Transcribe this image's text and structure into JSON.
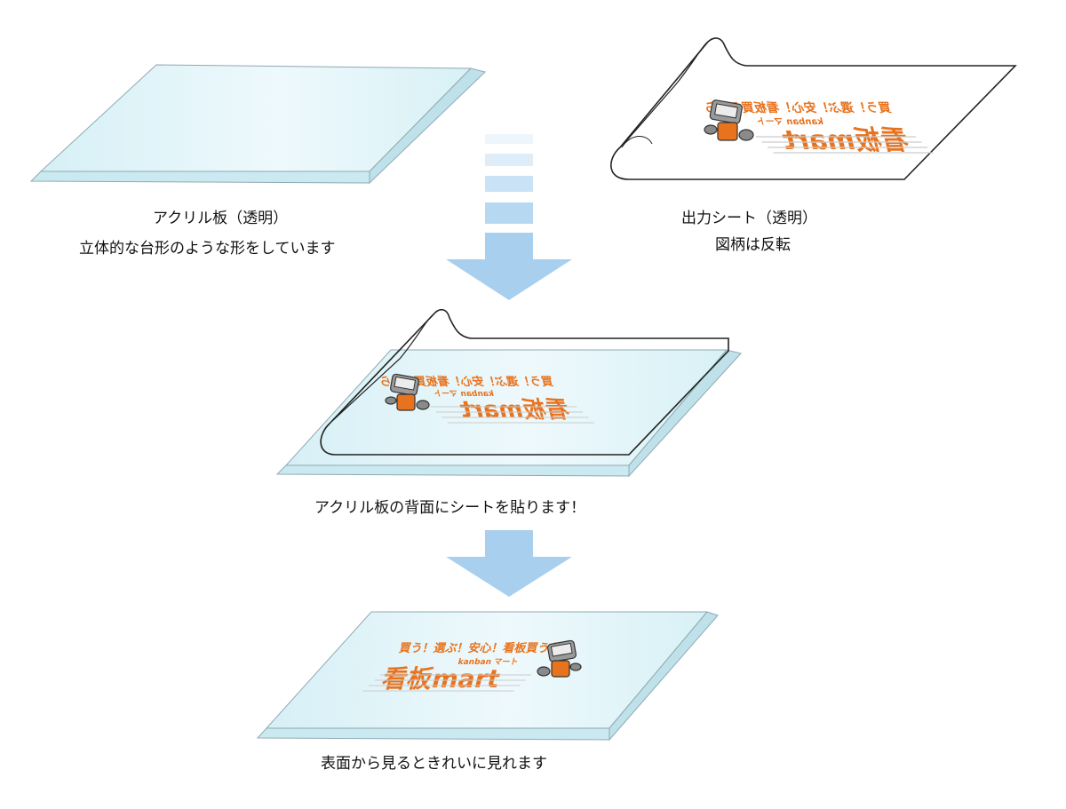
{
  "captions": {
    "acrylic_title": "アクリル板（透明）",
    "acrylic_desc": "立体的な台形のような形をしています",
    "sheet_title": "出力シート（透明）",
    "sheet_desc": "図柄は反転",
    "step_attach": "アクリル板の背面にシートを貼ります！",
    "step_result": "表面から見るときれいに見れます"
  },
  "logo": {
    "tagline": "買う！選ぶ！安心！看板買うなら",
    "reading": "kanban マート",
    "name": "看板mart"
  },
  "colors": {
    "logo_orange": "#E8731E",
    "arrow_blue": "#A9CFEF",
    "acrylic_fill": "#DDF3F8",
    "acrylic_edge": "#8FA9B3"
  }
}
